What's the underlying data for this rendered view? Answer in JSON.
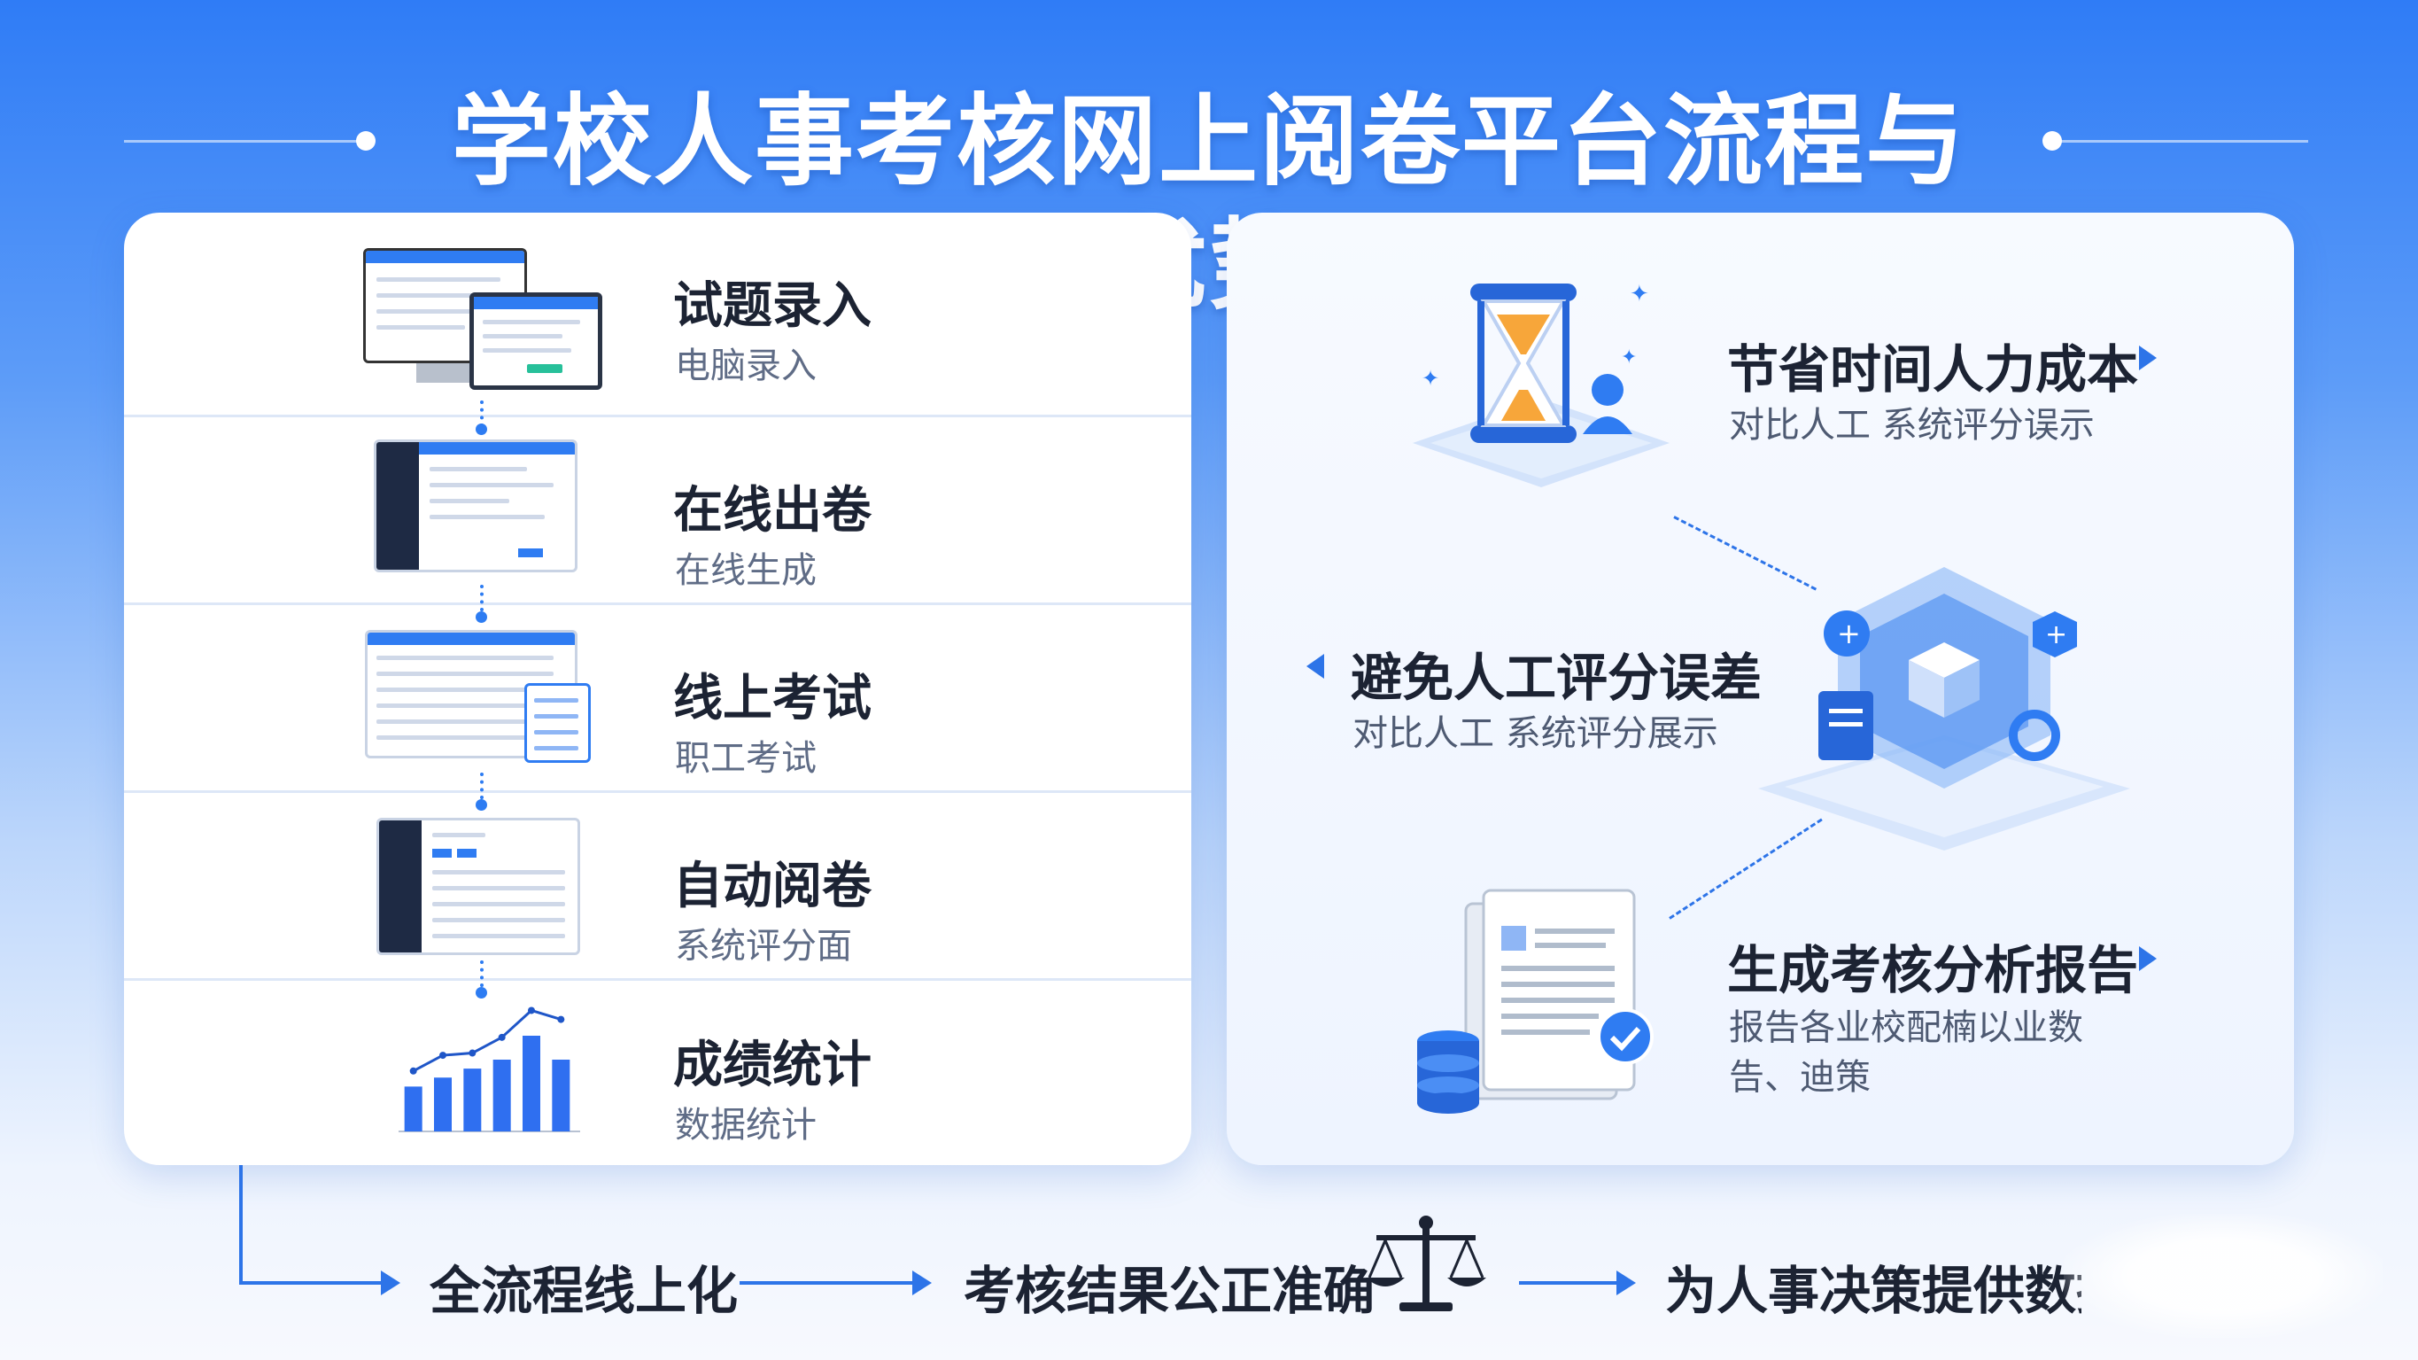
{
  "title": "学校人事考核网上阅卷平台流程与优势",
  "steps": [
    {
      "title": "试题录入",
      "subtitle": "电脑录入"
    },
    {
      "title": "在线出卷",
      "subtitle": "在线生成"
    },
    {
      "title": "线上考试",
      "subtitle": "职工考试"
    },
    {
      "title": "自动阅卷",
      "subtitle": "系统评分面"
    },
    {
      "title": "成绩统计",
      "subtitle": "数据统计"
    }
  ],
  "features": [
    {
      "title": "节省时间人力成本",
      "subtitle": "对比人工 系统评分误示"
    },
    {
      "title": "避免人工评分误差",
      "subtitle": "对比人工 系统评分展示"
    },
    {
      "title": "生成考核分析报告",
      "subtitle_lines": [
        "报告各业校配楠以业数",
        "告、迪策"
      ]
    }
  ],
  "bottom_flow": [
    "全流程线上化",
    "考核结果公正准确",
    "为人事决策提供数据"
  ],
  "mini_chart": {
    "type": "bar",
    "values": [
      15,
      18,
      21,
      24,
      32,
      24
    ],
    "line": [
      8,
      12,
      10,
      14,
      18,
      22
    ],
    "ylim": [
      0,
      40
    ]
  },
  "colors": {
    "accent": "#2d74e8",
    "title_text": "#ffffff",
    "body_text": "#1c2333",
    "sub_text": "#5f6c86"
  },
  "icons": [
    "hourglass-icon",
    "person-icon",
    "hexagon-cube-icon",
    "document-icon",
    "database-icon",
    "check-icon",
    "scale-icon"
  ]
}
